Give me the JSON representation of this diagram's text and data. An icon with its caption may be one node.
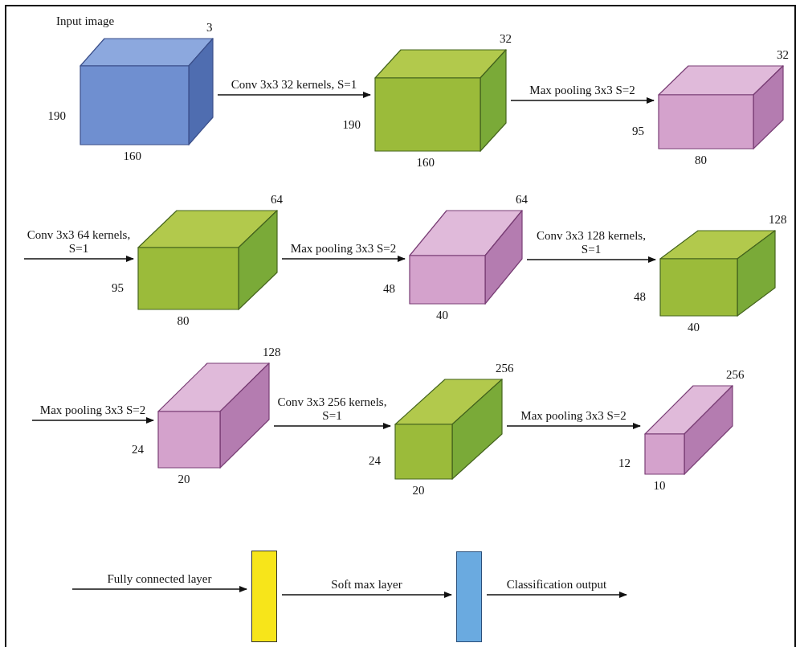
{
  "diagram": {
    "nodes": [
      {
        "text": [
          "Input image"
        ],
        "beside": [
          "3",
          "190",
          "160"
        ]
      },
      {
        "text": [],
        "shape": "cube",
        "beside": [
          "32",
          "190",
          "160"
        ]
      },
      {
        "text": [],
        "shape": "cube",
        "beside": [
          "32",
          "95",
          "80"
        ]
      },
      {
        "text": [],
        "shape": "cube",
        "beside": [
          "64",
          "95",
          "80"
        ]
      },
      {
        "text": [],
        "shape": "cube",
        "beside": [
          "64",
          "48",
          "40"
        ]
      },
      {
        "text": [],
        "shape": "cube",
        "beside": [
          "128",
          "48",
          "40"
        ]
      },
      {
        "text": [],
        "shape": "cube",
        "beside": [
          "128",
          "24",
          "20"
        ]
      },
      {
        "text": [],
        "shape": "cube",
        "beside": [
          "256",
          "24",
          "20"
        ]
      },
      {
        "text": [],
        "shape": "cube",
        "beside": [
          "256",
          "12",
          "10"
        ]
      },
      {
        "text": [],
        "shape": "bar"
      },
      {
        "text": [],
        "shape": "bar"
      }
    ],
    "edges": [
      {
        "from": 0,
        "to": 1,
        "arrow": "to",
        "label": "Conv 3x3 32 kernels, S=1"
      },
      {
        "from": 1,
        "to": 2,
        "arrow": "to",
        "label": "Max pooling 3x3 S=2"
      },
      {
        "from": null,
        "to": 3,
        "arrow": "to",
        "label": "Conv 3x3 64 kernels, S=1"
      },
      {
        "from": 3,
        "to": 4,
        "arrow": "to",
        "label": "Max pooling 3x3 S=2"
      },
      {
        "from": 4,
        "to": 5,
        "arrow": "to",
        "label": "Conv 3x3 128 kernels, S=1"
      },
      {
        "from": null,
        "to": 6,
        "arrow": "to",
        "label": "Max pooling 3x3 S=2"
      },
      {
        "from": 6,
        "to": 7,
        "arrow": "to",
        "label": "Conv 3x3 256 kernels, S=1"
      },
      {
        "from": 7,
        "to": 8,
        "arrow": "to",
        "label": "Max pooling 3x3 S=2"
      },
      {
        "from": null,
        "to": 9,
        "arrow": "to",
        "label": "Fully connected layer"
      },
      {
        "from": 9,
        "to": 10,
        "arrow": "to",
        "label": "Soft max layer"
      },
      {
        "from": 10,
        "to": null,
        "arrow": "to",
        "label": "Classification output"
      }
    ]
  }
}
